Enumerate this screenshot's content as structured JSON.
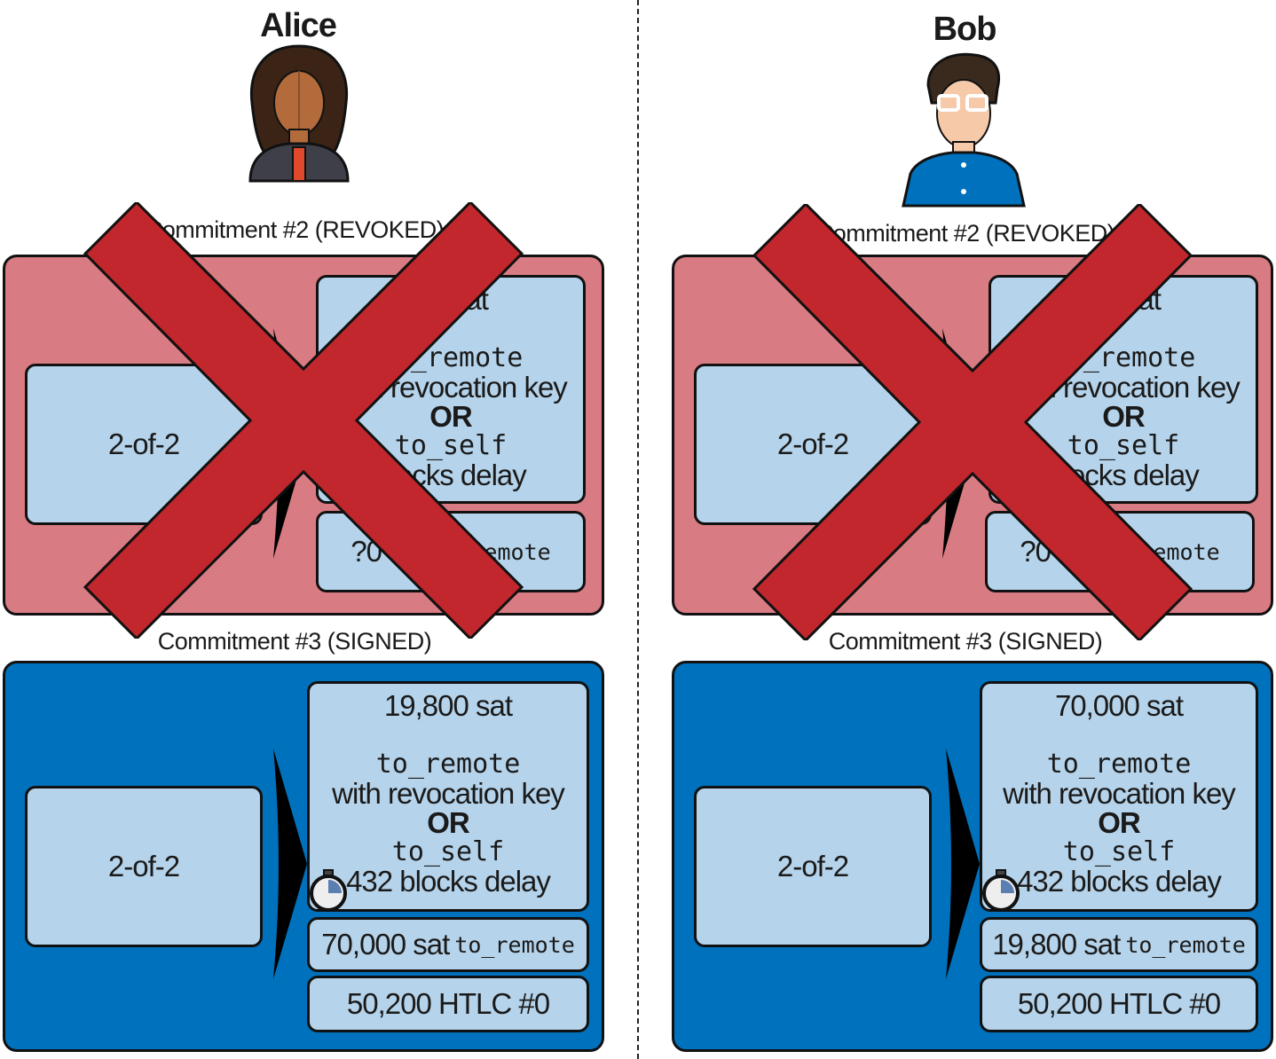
{
  "alice": {
    "name": "Alice",
    "revoked": {
      "label": "Commitment #2 (REVOKED)",
      "funding": "2-of-2",
      "output1": {
        "amount": "?0 sat",
        "line1": "to_remote",
        "line2": "with revocation key",
        "line3": "OR",
        "line4": "to_self",
        "line5": "blocks delay"
      },
      "output2": {
        "amount": "?0 sat",
        "dest": "to_remote"
      }
    },
    "signed": {
      "label": "Commitment #3 (SIGNED)",
      "funding": "2-of-2",
      "output1": {
        "amount": "19,800 sat",
        "line1": "to_remote",
        "line2": "with revocation key",
        "line3": "OR",
        "line4": "to_self",
        "line5": "432 blocks delay"
      },
      "output2": {
        "amount": "70,000 sat",
        "dest": "to_remote"
      },
      "output3": "50,200 HTLC #0"
    }
  },
  "bob": {
    "name": "Bob",
    "revoked": {
      "label": "Commitment #2 (REVOKED)",
      "funding": "2-of-2",
      "output1": {
        "amount": "?0 sat",
        "line1": "to_remote",
        "line2": "with revocation key",
        "line3": "OR",
        "line4": "to_self",
        "line5": "blocks delay"
      },
      "output2": {
        "amount": "?0 sat",
        "dest": "to_remote"
      }
    },
    "signed": {
      "label": "Commitment #3 (SIGNED)",
      "funding": "2-of-2",
      "output1": {
        "amount": "70,000 sat",
        "line1": "to_remote",
        "line2": "with revocation key",
        "line3": "OR",
        "line4": "to_self",
        "line5": "432 blocks delay"
      },
      "output2": {
        "amount": "19,800 sat",
        "dest": "to_remote"
      },
      "output3": "50,200 HTLC #0"
    }
  },
  "colors": {
    "revoked_panel": "#d97b82",
    "signed_panel": "#0071bc",
    "output_box": "#b5d3ea",
    "cross": "#c1272d"
  },
  "icons": [
    "alice-avatar-icon",
    "bob-avatar-icon",
    "stopwatch-icon",
    "arrow-icon",
    "cross-mark-icon"
  ]
}
